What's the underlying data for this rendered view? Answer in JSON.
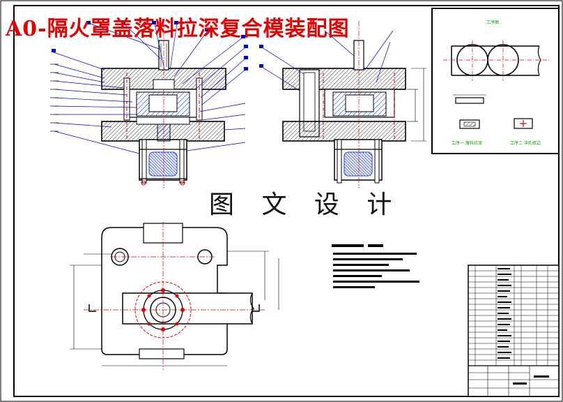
{
  "title": "A0-隔火罩盖落料拉深复合模装配图",
  "watermark": "图 文 设 计",
  "process_panel": {
    "heading": "工序图",
    "step1": "工序一  落料拉深",
    "step2": "工序二  冲孔修边"
  },
  "colors": {
    "title_red": "#e00000",
    "line_black": "#000000",
    "leader_blue": "#0000cc",
    "center_red": "#dd0000",
    "hatch_blue": "#1a3cff",
    "proc_green": "#00a000"
  }
}
